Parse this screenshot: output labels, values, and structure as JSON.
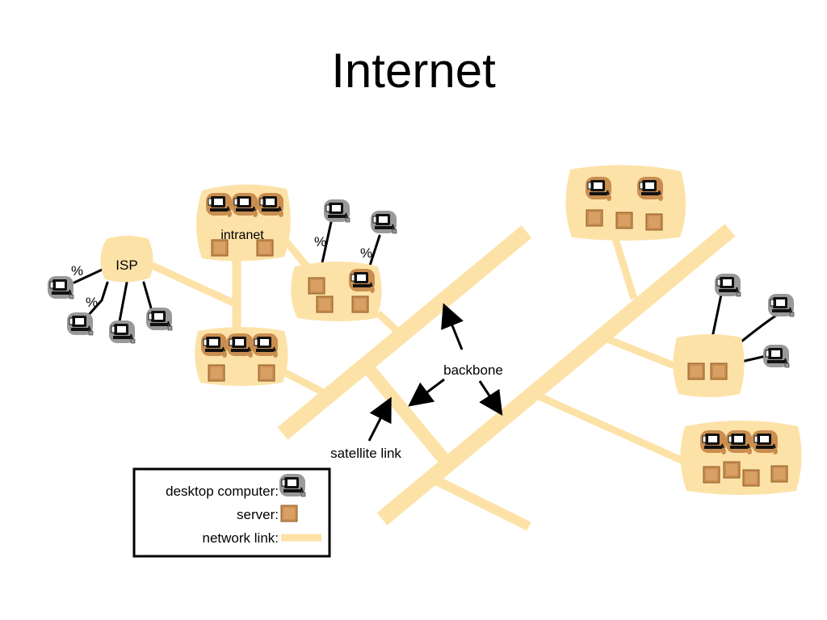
{
  "title": "Internet",
  "labels": {
    "isp": "ISP",
    "intranet": "intranet",
    "backbone": "backbone",
    "satellite_link": "satellite link",
    "modem": "%"
  },
  "legend": {
    "desktop": "desktop computer:",
    "server": "server:",
    "link": "network link:"
  },
  "colors": {
    "link": "#fde2a8",
    "cloud": "#fde2a8",
    "server": "#c98e4f",
    "desktop_body": "#111111",
    "desktop_shadow": "#999999"
  },
  "icons": {
    "desktop": "desktop-computer-icon",
    "server": "server-icon"
  }
}
